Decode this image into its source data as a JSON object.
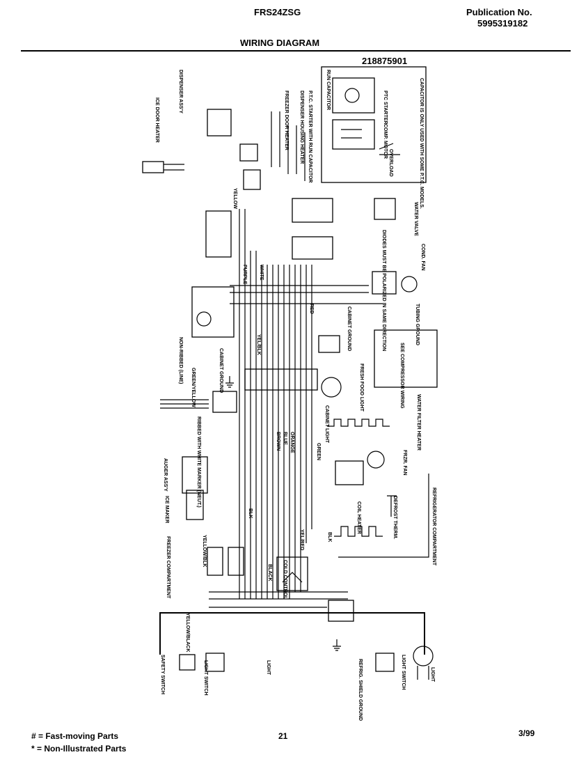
{
  "header": {
    "model": "FRS24ZSG",
    "publication_label": "Publication No.",
    "publication_number": "5995319182",
    "diagram_title": "WIRING DIAGRAM",
    "part_number": "218875901"
  },
  "labels": {
    "ice_door_heater": "ICE DOOR HEATER",
    "dispenser_assy": "DISPENSER ASS'Y",
    "dispenser_housing_heater": "DISPENSER HOUSING HEATER",
    "freezer_door_heater": "FREEZER DOOR HEATER",
    "ptc_starter_note": "P.T.C. STARTER WITH RUN CAPACITOR",
    "capacitor_note": "CAPACITOR IS ONLY USED WITH SOME P.T.C. MODELS.",
    "run_capacitor": "RUN CAPACITOR",
    "ptc_starter": "PTC STARTER",
    "comp_motor": "COMP. MOTOR",
    "overload": "OVERLOAD",
    "water_valve": "WATER VALVE",
    "diodes_note": "DIODES MUST BE POLARIZED IN SAME DIRECTION",
    "cond_fan": "COND. FAN",
    "tubing_ground": "TUBING GROUND",
    "see_compressor_wiring": "SEE COMPRESSOR WIRING",
    "water_filter_heater": "WATER FILTER HEATER",
    "non_ribbed_line": "NON-RIBBED (LINE)",
    "ribbed_neutral": "RIBBED WITH WHITE MARKER (NEUT.)",
    "green_yellow": "GREEN/YELLOW",
    "cabinet_ground": "CABINET GROUND",
    "cabinet_ground_2": "CABINET GROUND",
    "cabinet_light": "CABINET LIGHT",
    "fresh_food_light": "FRESH FOOD LIGHT",
    "frzr_fan": "FRZR. FAN",
    "defrost_therm": "DEFROST THERM.",
    "coil_heater": "COIL HEATER",
    "refrigerator_compartment": "REFRIGERATOR COMPARTMENT",
    "auger_assy": "AUGER ASS'Y",
    "ice_maker": "ICE MAKER",
    "freezer_compartment": "FREEZER COMPARTMENT",
    "cold_control": "COLD CONTROL",
    "safety_switch": "SAFETY SWITCH",
    "light_switch": "LIGHT SWITCH",
    "light": "LIGHT",
    "light_switch_2": "LIGHT SWITCH",
    "light_2": "LIGHT",
    "refrig_shield_ground": "REFRIG. SHIELD GROUND",
    "wire_white": "WHITE",
    "wire_yellow": "YELLOW",
    "wire_purple": "PURPLE",
    "wire_black": "BLACK",
    "wire_blue": "BLUE",
    "wire_red": "RED",
    "wire_green": "GREEN",
    "wire_orange": "ORANGE",
    "wire_brown": "BROWN",
    "wire_yel_blk": "YEL/BLK",
    "wire_yel_red": "YEL/RED",
    "wire_yellow_black": "YELLOW/BLACK",
    "wire_yellow_blk": "YELLOW/BLK",
    "wire_blk": "BLK",
    "wire_blk_2": "BLK"
  },
  "footer": {
    "legend_1": "# = Fast-moving Parts",
    "legend_2": "* = Non-Illustrated Parts",
    "page_number": "21",
    "date": "3/99"
  }
}
